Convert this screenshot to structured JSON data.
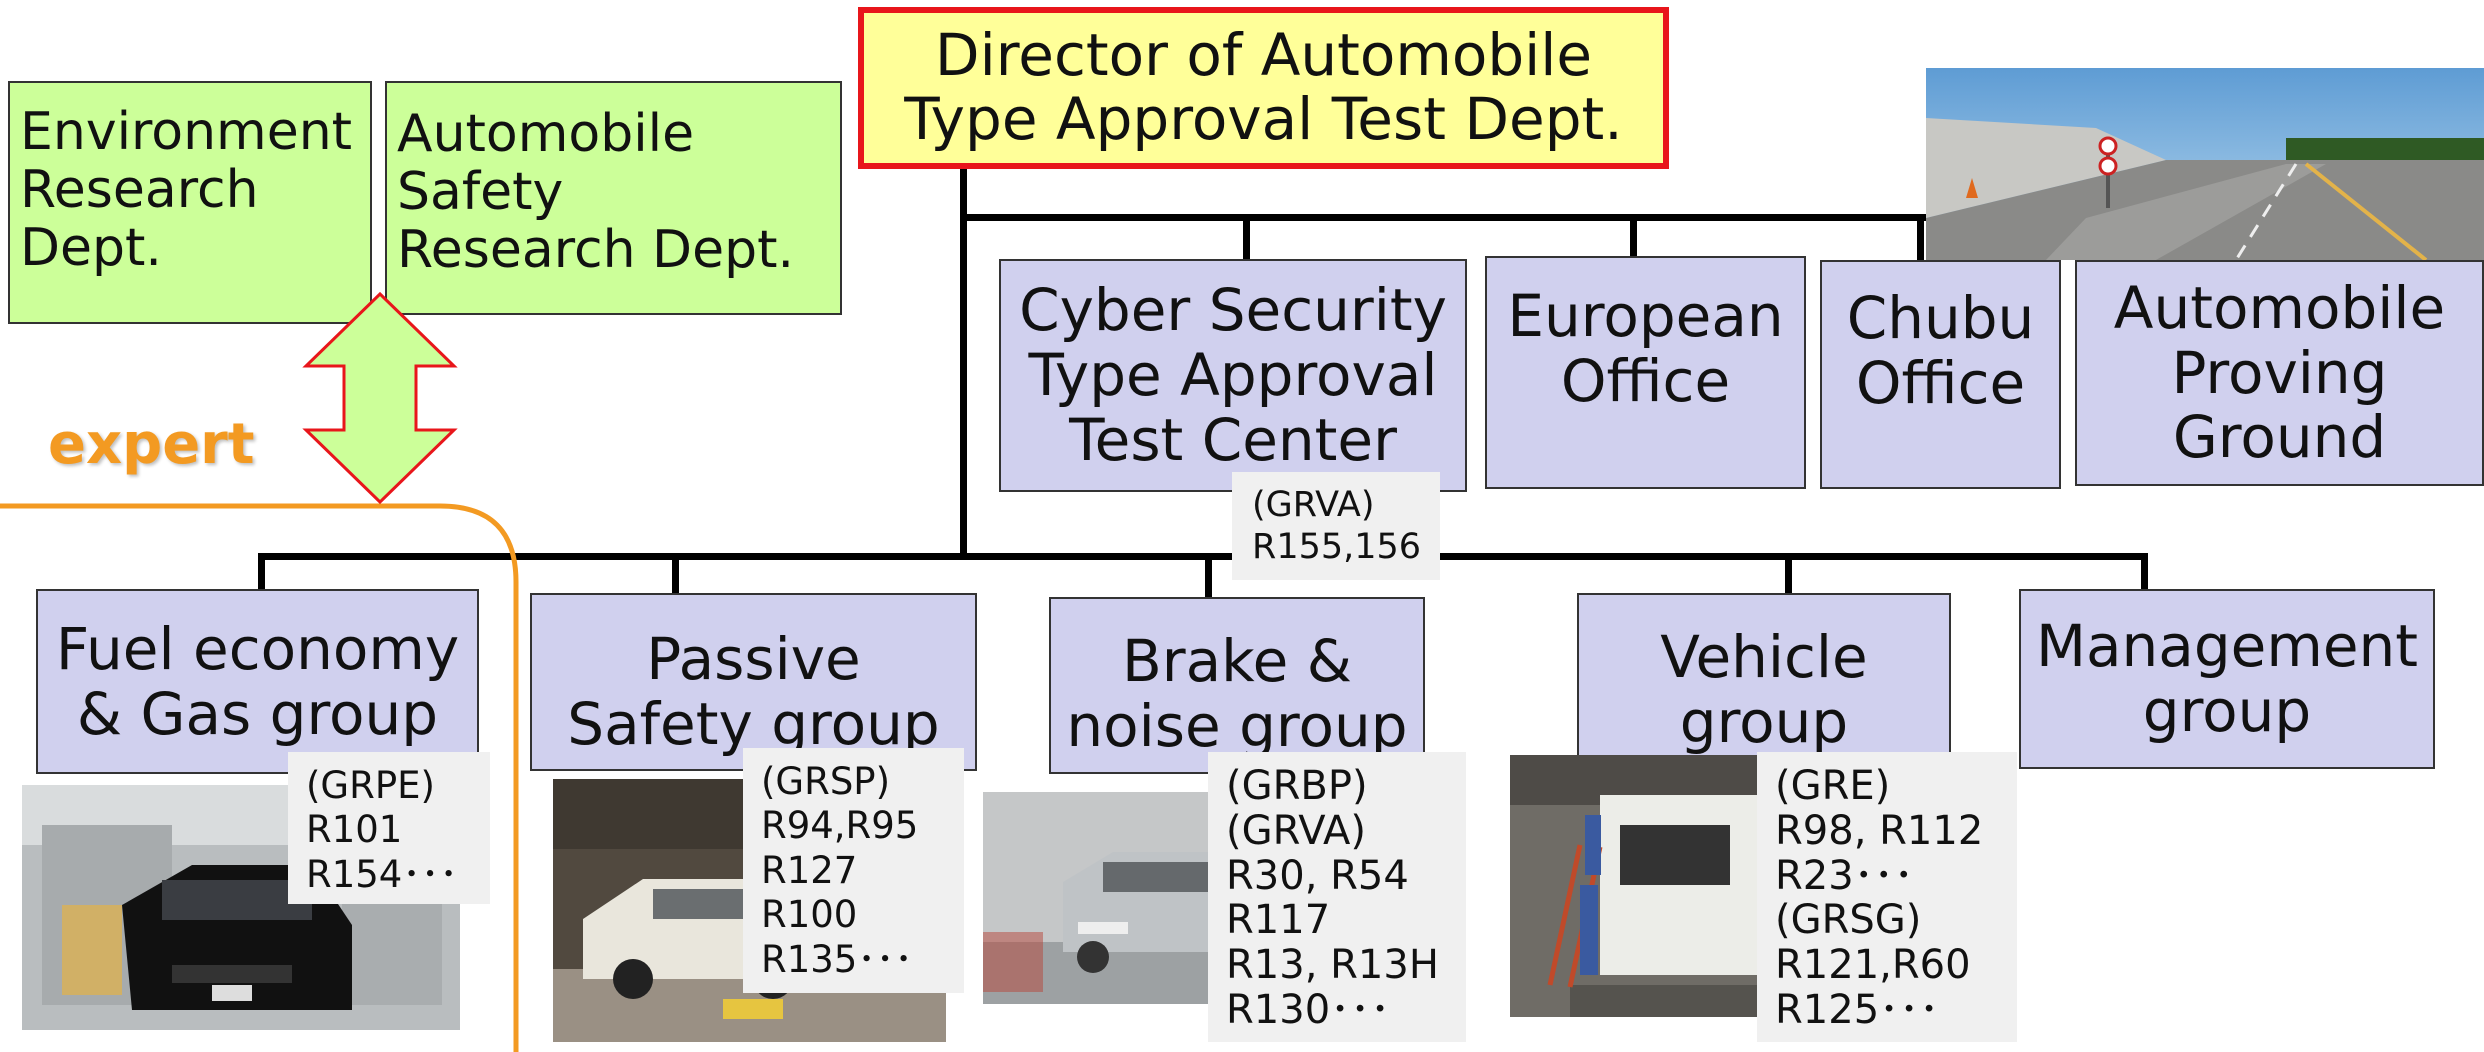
{
  "director": "Director of Automobile\nType Approval Test Dept.",
  "research": {
    "environment": "Environment\nResearch\nDept.",
    "safety": "Automobile\nSafety\nResearch Dept."
  },
  "expert_label": "expert",
  "offices": {
    "cyber": "Cyber Security\nType Approval\nTest Center",
    "european": "European\nOffice",
    "chubu": "Chubu\nOffice",
    "proving_ground": "Automobile\nProving\nGround"
  },
  "cyber_codes": "(GRVA)\nR155,156",
  "groups": {
    "fuel": "Fuel economy\n& Gas group",
    "passive": "Passive\nSafety group",
    "brake": "Brake &\nnoise group",
    "vehicle": "Vehicle\ngroup",
    "management": "Management\ngroup"
  },
  "codes": {
    "fuel": "(GRPE)\nR101\nR154･･･",
    "passive": "(GRSP)\nR94,R95\nR127\nR100\nR135･･･",
    "brake": "(GRBP)\n(GRVA)\nR30, R54\nR117\nR13, R13H\nR130･･･",
    "vehicle": "(GRE)\nR98, R112\nR23･･･\n(GRSG)\nR121,R60\nR125･･･"
  },
  "colors": {
    "box_fill": "#d0d0ee",
    "green_fill": "#ccff99",
    "director_fill": "#ffff99",
    "director_border": "#e8161b",
    "expert_orange": "#f39a22"
  }
}
